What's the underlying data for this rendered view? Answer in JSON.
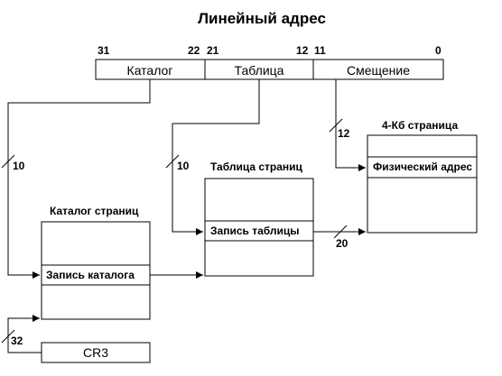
{
  "title": "Линейный адрес",
  "address": {
    "bits": {
      "b31": "31",
      "b22": "22",
      "b21": "21",
      "b12": "12",
      "b11": "11",
      "b0": "0"
    },
    "fields": {
      "directory": "Каталог",
      "table": "Таблица",
      "offset": "Смещение"
    }
  },
  "page_directory": {
    "label": "Каталог страниц",
    "entry": "Запись каталога"
  },
  "page_table": {
    "label": "Таблица страниц",
    "entry": "Запись таблицы"
  },
  "page": {
    "label": "4-Кб страница",
    "entry": "Физический адрес"
  },
  "cr3": "CR3",
  "bus_widths": {
    "directory_index": "10",
    "table_index": "10",
    "offset": "12",
    "frame": "20",
    "cr3": "32"
  }
}
